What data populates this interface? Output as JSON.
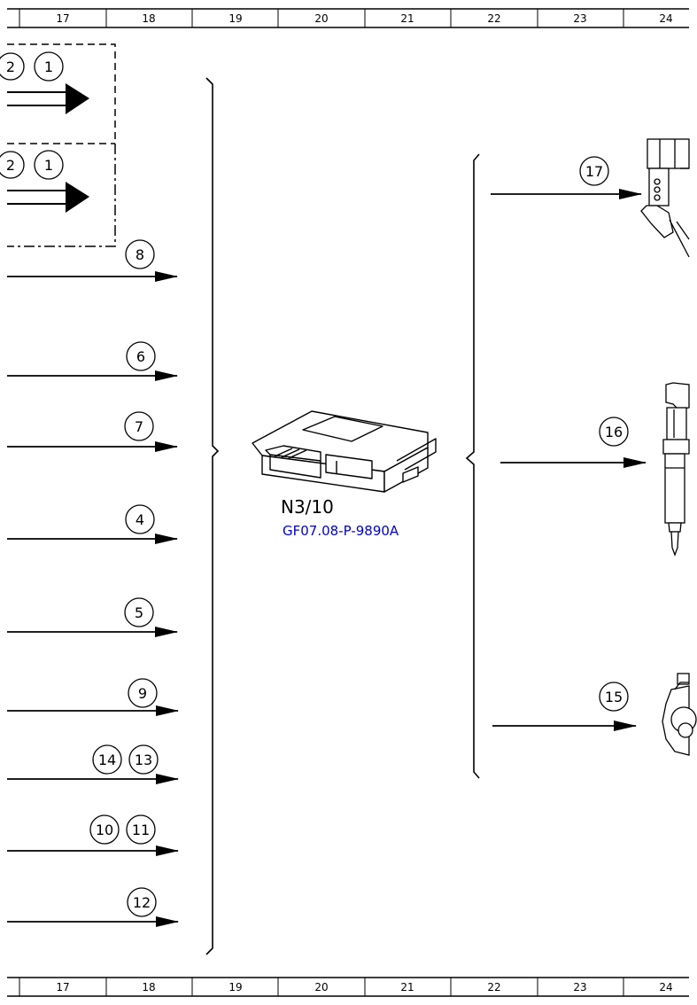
{
  "ruler": {
    "columns": [
      "17",
      "18",
      "19",
      "20",
      "21",
      "22",
      "23",
      "24"
    ]
  },
  "inputs": {
    "box_a_callouts": [
      "2",
      "1"
    ],
    "box_b_callouts": [
      "2",
      "1"
    ],
    "signals": [
      {
        "callouts": [
          "8"
        ]
      },
      {
        "callouts": [
          "6"
        ]
      },
      {
        "callouts": [
          "7"
        ]
      },
      {
        "callouts": [
          "4"
        ]
      },
      {
        "callouts": [
          "5"
        ]
      },
      {
        "callouts": [
          "9"
        ]
      },
      {
        "callouts": [
          "14",
          "13"
        ]
      },
      {
        "callouts": [
          "10",
          "11"
        ]
      },
      {
        "callouts": [
          "12"
        ]
      }
    ]
  },
  "module": {
    "name": "N3/10",
    "reference": "GF07.08-P-9890A",
    "reference_color": "#0000cc",
    "icon": "control-unit-icon"
  },
  "outputs": [
    {
      "callout": "17",
      "icon": "fuel-pressure-regulator-icon"
    },
    {
      "callout": "16",
      "icon": "fuel-injector-icon"
    },
    {
      "callout": "15",
      "icon": "high-pressure-pump-icon"
    }
  ]
}
